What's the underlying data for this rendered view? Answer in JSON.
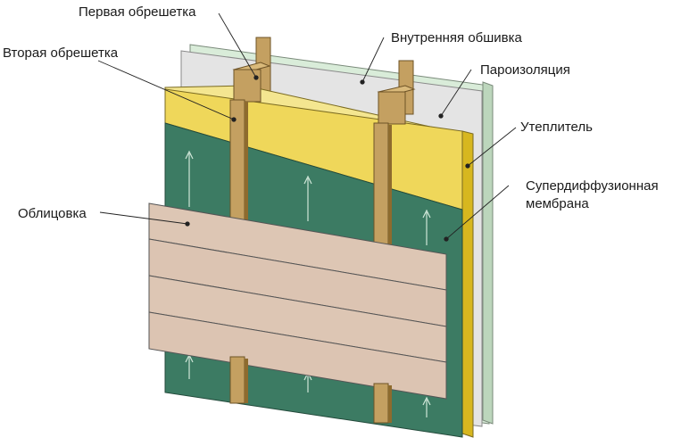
{
  "labels": {
    "first_batten": "Первая обрешетка",
    "second_batten": "Вторая обрешетка",
    "inner_lining": "Внутренняя обшивка",
    "vapor_barrier": "Пароизоляция",
    "insulation": "Утеплитель",
    "membrane_line1": "Супердиффузионная",
    "membrane_line2": "мембрана",
    "cladding": "Облицовка"
  },
  "colors": {
    "inner_lining": "#cfe5cf",
    "vapor_barrier": "#e3e3e3",
    "insulation_top": "#f3e387",
    "insulation_face": "#f0d85a",
    "insulation_side": "#d8b820",
    "membrane": "#3b7a63",
    "batten": "#c4a061",
    "batten_dark": "#8e6b2e",
    "cladding": "#dcc4b2",
    "outline": "#555555"
  }
}
